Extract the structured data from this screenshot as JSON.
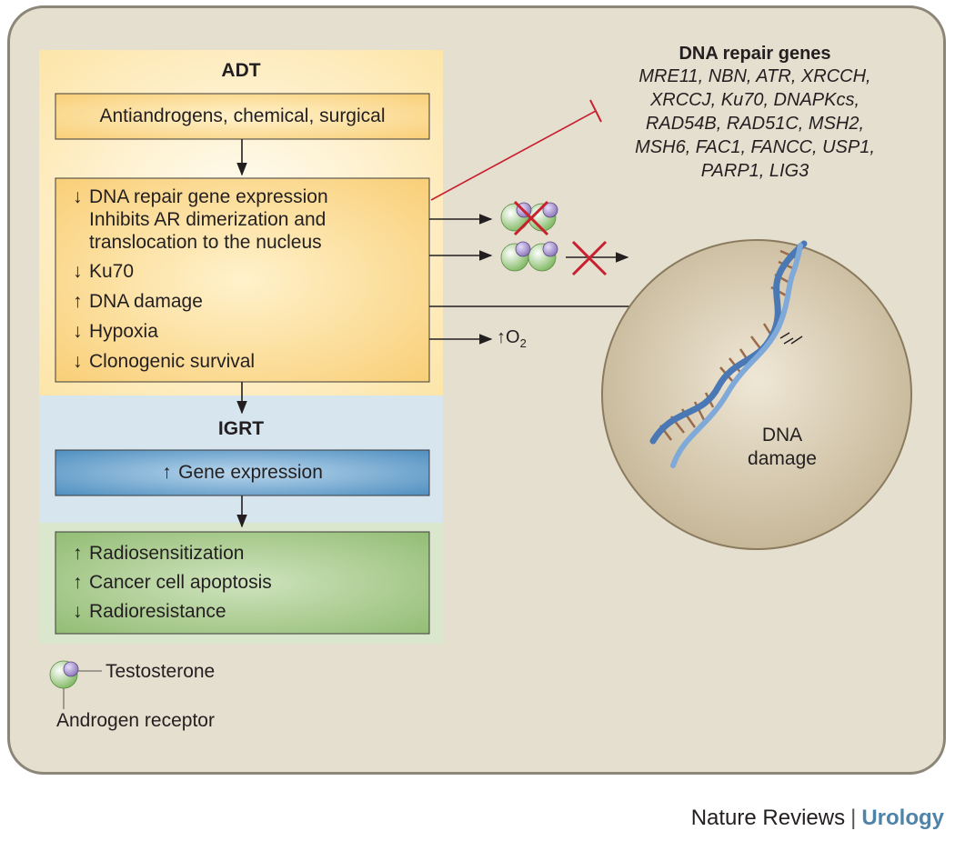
{
  "adt": {
    "title": "ADT",
    "top_box": "Antiandrogens, chemical, surgical",
    "effects": [
      {
        "arrow": "↓",
        "text": "DNA repair gene expression"
      },
      {
        "arrow": "",
        "text": "Inhibits AR dimerization and"
      },
      {
        "arrow": "",
        "text": "translocation to the nucleus"
      },
      {
        "arrow": "↓",
        "text": "Ku70"
      },
      {
        "arrow": "↑",
        "text": "DNA damage"
      },
      {
        "arrow": "↓",
        "text": "Hypoxia"
      },
      {
        "arrow": "↓",
        "text": "Clonogenic survival"
      }
    ]
  },
  "igrt": {
    "title": "IGRT",
    "box": {
      "arrow": "↑",
      "text": "Gene expression"
    }
  },
  "outcomes": [
    {
      "arrow": "↑",
      "text": "Radiosensitization"
    },
    {
      "arrow": "↑",
      "text": "Cancer cell apoptosis"
    },
    {
      "arrow": "↓",
      "text": "Radioresistance"
    }
  ],
  "dna_repair": {
    "title": "DNA repair genes",
    "lines": [
      "MRE11, NBN, ATR, XRCCH,",
      "XRCCJ, Ku70, DNAPKcs,",
      "RAD54B, RAD51C, MSH2,",
      "MSH6, FAC1, FANCC, USP1,",
      "PARP1, LIG3"
    ]
  },
  "oxygen": {
    "arrow": "↑",
    "symbol": "O",
    "subscript": "2"
  },
  "nucleus": {
    "label_line1": "DNA",
    "label_line2": "damage"
  },
  "legend": {
    "testosterone": "Testosterone",
    "androgen_receptor": "Androgen receptor"
  },
  "footer": {
    "publisher": "Nature Reviews",
    "separator": "|",
    "journal": "Urology"
  },
  "colors": {
    "background": "#e5dfcf",
    "adt_panel": "#fde8b6",
    "adt_box": "#fbd68a",
    "igrt_panel": "#d8e6f0",
    "igrt_box": "#5f9bc8",
    "outcome_panel": "#dbe8cf",
    "outcome_box": "#9bc27f",
    "receptor": "#a8d08d",
    "testosterone": "#a08cc8",
    "inhibit_line": "#c8202e",
    "nucleus": "#c7b89a"
  }
}
